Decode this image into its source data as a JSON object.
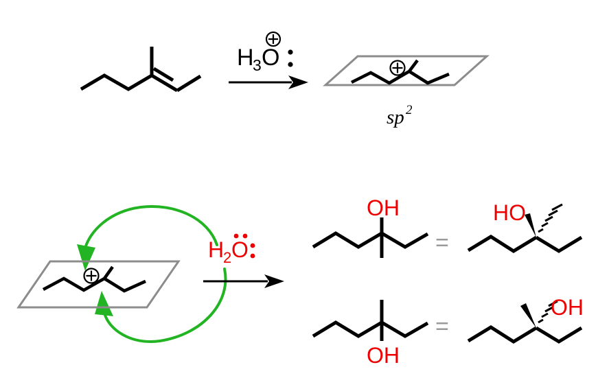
{
  "figure": {
    "title": "Acid-catalyzed hydration of 3-methyl-2-hexene via carbocation intermediate",
    "background_color": "#ffffff",
    "colors": {
      "bond_black": "#000000",
      "plane_gray": "#8c8c8c",
      "equals_gray": "#9a9a9a",
      "heteroatom_red": "#ee0000",
      "arrow_green": "#22b422"
    }
  },
  "step1": {
    "reactant_name": "3-methyl-2-hexene",
    "reagent": {
      "formula_main": "H",
      "formula_sub": "3",
      "formula_atom": "O",
      "charge_symbol": "⊕",
      "lone_pair_symbol": ":",
      "color": "#000000"
    },
    "arrow_label": "",
    "product": {
      "name": "tertiary carbocation",
      "charge_symbol": "⊕",
      "plane_label": "sp",
      "plane_label_sup": "2"
    }
  },
  "step2": {
    "substrate_name": "planar tertiary carbocation",
    "charge_symbol": "⊕",
    "reagent": {
      "formula_main": "H",
      "formula_sub": "2",
      "formula_atom": "O",
      "lone_pair_symbol": ":",
      "color": "#ee0000"
    },
    "attack_arrows": [
      {
        "name": "top-face-attack",
        "direction": "from above the plane"
      },
      {
        "name": "bottom-face-attack",
        "direction": "from below the plane"
      }
    ],
    "products": [
      {
        "row": "top",
        "flat_structure": {
          "oh_label": "OH",
          "oh_position": "up",
          "methyl_position": "down"
        },
        "equals_symbol": "=",
        "stereo_structure": {
          "oh_label": "HO",
          "oh_bond": "bold wedge",
          "methyl_bond": "hashed wedge"
        }
      },
      {
        "row": "bottom",
        "flat_structure": {
          "oh_label": "OH",
          "oh_position": "down",
          "methyl_position": "up"
        },
        "equals_symbol": "=",
        "stereo_structure": {
          "oh_label": "OH",
          "oh_bond": "hashed wedge",
          "methyl_bond": "bold wedge"
        }
      }
    ]
  }
}
